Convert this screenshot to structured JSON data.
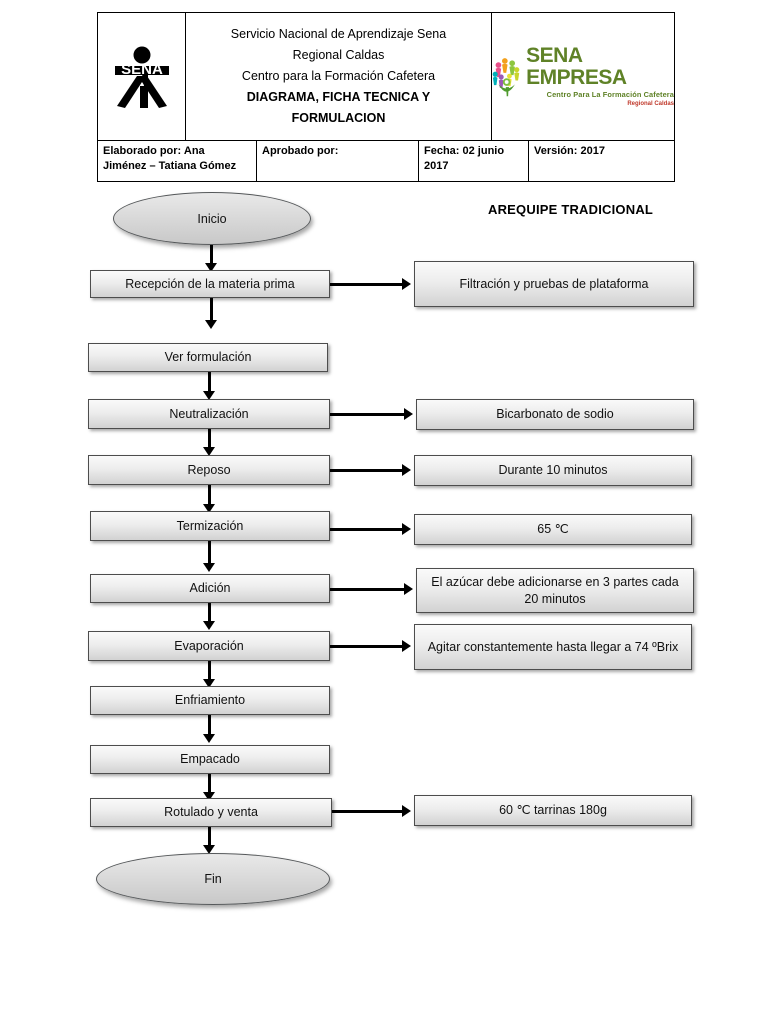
{
  "header": {
    "org_lines": [
      {
        "text": "Servicio Nacional de Aprendizaje Sena",
        "bold": false
      },
      {
        "text": "Regional Caldas",
        "bold": false
      },
      {
        "text": "Centro para la Formación Cafetera",
        "bold": false
      },
      {
        "text": "DIAGRAMA, FICHA TECNICA Y",
        "bold": true
      },
      {
        "text": "FORMULACION",
        "bold": true
      }
    ],
    "sena_logo_text": "SENA",
    "empresa_logo": {
      "title": "SENA EMPRESA",
      "subtitle": "Centro Para La Formación Cafetera",
      "region": "Regional Caldas",
      "title_color": "#5f8227",
      "region_color": "#c0392b"
    },
    "meta": {
      "elaborado_label": "Elaborado por: Ana",
      "elaborado_value": "Jiménez – Tatiana Gómez",
      "aprobado_label": "Aprobado por:",
      "fecha_label": "Fecha: 02 junio",
      "fecha_value": "2017",
      "version_label": "Versión:  2017"
    }
  },
  "diagram": {
    "title": "AREQUIPE TRADICIONAL",
    "start": "Inicio",
    "end": "Fin",
    "steps": [
      {
        "label": "Recepción de la materia prima",
        "note": "Filtración y pruebas de plataforma"
      },
      {
        "label": "Ver formulación",
        "note": null
      },
      {
        "label": "Neutralización",
        "note": "Bicarbonato de sodio"
      },
      {
        "label": "Reposo",
        "note": "Durante 10 minutos"
      },
      {
        "label": "Termización",
        "note": "65 ℃"
      },
      {
        "label": "Adición",
        "note": "El azúcar debe adicionarse en 3 partes cada 20 minutos"
      },
      {
        "label": "Evaporación",
        "note": "Agitar constantemente hasta llegar a 74  ºBrix"
      },
      {
        "label": "Enfriamiento",
        "note": null
      },
      {
        "label": "Empacado",
        "note": null
      },
      {
        "label": "Rotulado y venta",
        "note": "60 ℃ tarrinas 180g"
      }
    ]
  }
}
